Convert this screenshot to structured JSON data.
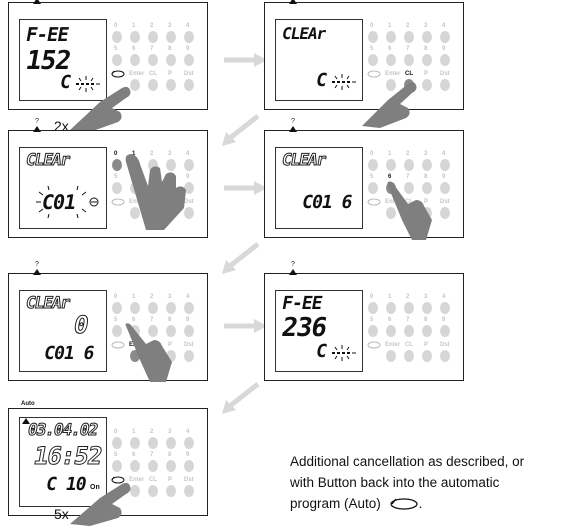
{
  "panels": [
    {
      "disp_1": "F-EE",
      "disp_2": "152",
      "disp_3": "C",
      "top_mark": "?",
      "keys_note": ""
    },
    {
      "disp_1": "CLEAr",
      "disp_2": "",
      "disp_3": "C",
      "top_mark": "?"
    },
    {
      "disp_1": "CLEAr",
      "disp_2": "C01",
      "disp_3": "",
      "top_mark": "?"
    },
    {
      "disp_1": "CLEAr",
      "disp_2": "C01 6",
      "disp_3": "",
      "top_mark": "?"
    },
    {
      "disp_1": "CLEAr",
      "disp_2": "0",
      "disp_3": "C01 6",
      "top_mark": "?"
    },
    {
      "disp_1": "F-EE",
      "disp_2": "236",
      "disp_3": "C",
      "top_mark": "?"
    },
    {
      "disp_1": "03.04.02",
      "disp_2": "16:52",
      "disp_3": "C 10",
      "disp_3_sub": "On",
      "top_mark": "",
      "mode_label": "Auto"
    }
  ],
  "keypad": {
    "row1": [
      "0",
      "1",
      "2",
      "3",
      "4"
    ],
    "row2": [
      "5",
      "6",
      "7",
      "8",
      "9"
    ],
    "enter_label": "Enter",
    "cl_label": "CL",
    "p_label": "P",
    "dst_label": "Dst"
  },
  "steps": {
    "repeat_first": "2x",
    "repeat_last": "5x"
  },
  "note": {
    "line1": "Additional cancellation as described, or",
    "line2": "with Button back into the automatic",
    "line3": "program (Auto)"
  },
  "colors": {
    "arrow": "#d8d8d8",
    "key": "#d6d6d6",
    "hand": "#7f7f7f"
  }
}
